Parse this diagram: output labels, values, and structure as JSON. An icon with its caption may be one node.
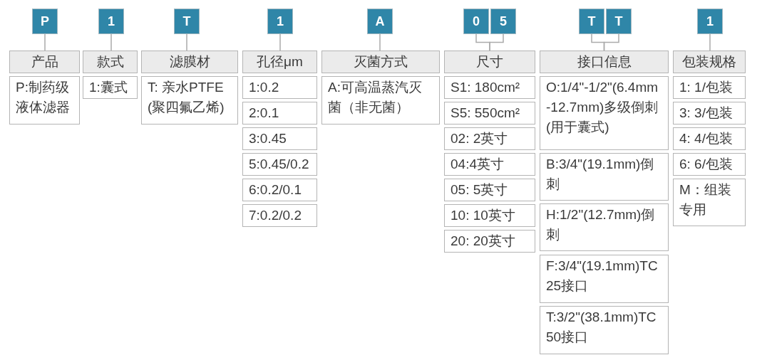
{
  "diagram": {
    "nodes": [
      {
        "text": [
          "P"
        ]
      },
      {
        "text": [
          "产品"
        ]
      },
      {
        "text": [
          "P:制药级液体滤器"
        ]
      },
      {
        "text": [
          "1"
        ]
      },
      {
        "text": [
          "款式"
        ]
      },
      {
        "text": [
          "1:囊式"
        ]
      },
      {
        "text": [
          "T"
        ]
      },
      {
        "text": [
          "滤膜材"
        ]
      },
      {
        "text": [
          "T: 亲水PTFE(聚四氟乙烯)"
        ]
      },
      {
        "text": [
          "1"
        ]
      },
      {
        "text": [
          "孔径μm"
        ]
      },
      {
        "text": [
          "1:0.2"
        ]
      },
      {
        "text": [
          "2:0.1"
        ]
      },
      {
        "text": [
          "3:0.45"
        ]
      },
      {
        "text": [
          "5:0.45/0.2"
        ]
      },
      {
        "text": [
          "6:0.2/0.1"
        ]
      },
      {
        "text": [
          "7:0.2/0.2"
        ]
      },
      {
        "text": [
          "A"
        ]
      },
      {
        "text": [
          "灭菌方式"
        ]
      },
      {
        "text": [
          "A:可高温蒸汽灭菌（非无菌）"
        ]
      },
      {
        "text": [
          "0"
        ]
      },
      {
        "text": [
          "5"
        ]
      },
      {
        "text": [
          "尺寸"
        ]
      },
      {
        "text": [
          "S1: 180cm²"
        ]
      },
      {
        "text": [
          "S5: 550cm²"
        ]
      },
      {
        "text": [
          "02: 2英寸"
        ]
      },
      {
        "text": [
          "04:4英寸"
        ]
      },
      {
        "text": [
          "05: 5英寸"
        ]
      },
      {
        "text": [
          "10: 10英寸"
        ]
      },
      {
        "text": [
          "20: 20英寸"
        ]
      },
      {
        "text": [
          "T"
        ]
      },
      {
        "text": [
          "T"
        ]
      },
      {
        "text": [
          "接口信息"
        ]
      },
      {
        "text": [
          "O:1/4\"-1/2\"(6.4mm-12.7mm)多级倒刺(用于囊式)"
        ]
      },
      {
        "text": [
          "B:3/4\"(19.1mm)倒刺"
        ]
      },
      {
        "text": [
          "H:1/2\"(12.7mm)倒刺"
        ]
      },
      {
        "text": [
          "F:3/4\"(19.1mm)TC25接口"
        ]
      },
      {
        "text": [
          "T:3/2\"(38.1mm)TC50接口"
        ]
      },
      {
        "text": [
          "1"
        ]
      },
      {
        "text": [
          "包装规格"
        ]
      },
      {
        "text": [
          "1: 1/包装"
        ]
      },
      {
        "text": [
          "3: 3/包装"
        ]
      },
      {
        "text": [
          "4: 4/包装"
        ]
      },
      {
        "text": [
          "6: 6/包装"
        ]
      },
      {
        "text": [
          "M：组装专用"
        ]
      }
    ],
    "edges": [
      {
        "from": 0,
        "to": 1,
        "arrow": "none"
      },
      {
        "from": 3,
        "to": 4,
        "arrow": "none"
      },
      {
        "from": 6,
        "to": 7,
        "arrow": "none"
      },
      {
        "from": 9,
        "to": 10,
        "arrow": "none"
      },
      {
        "from": 17,
        "to": 18,
        "arrow": "none"
      },
      {
        "from": 20,
        "to": 22,
        "arrow": "none"
      },
      {
        "from": 21,
        "to": 22,
        "arrow": "none"
      },
      {
        "from": 30,
        "to": 32,
        "arrow": "none"
      },
      {
        "from": 31,
        "to": 32,
        "arrow": "none"
      },
      {
        "from": 38,
        "to": 39,
        "arrow": "none"
      }
    ]
  }
}
